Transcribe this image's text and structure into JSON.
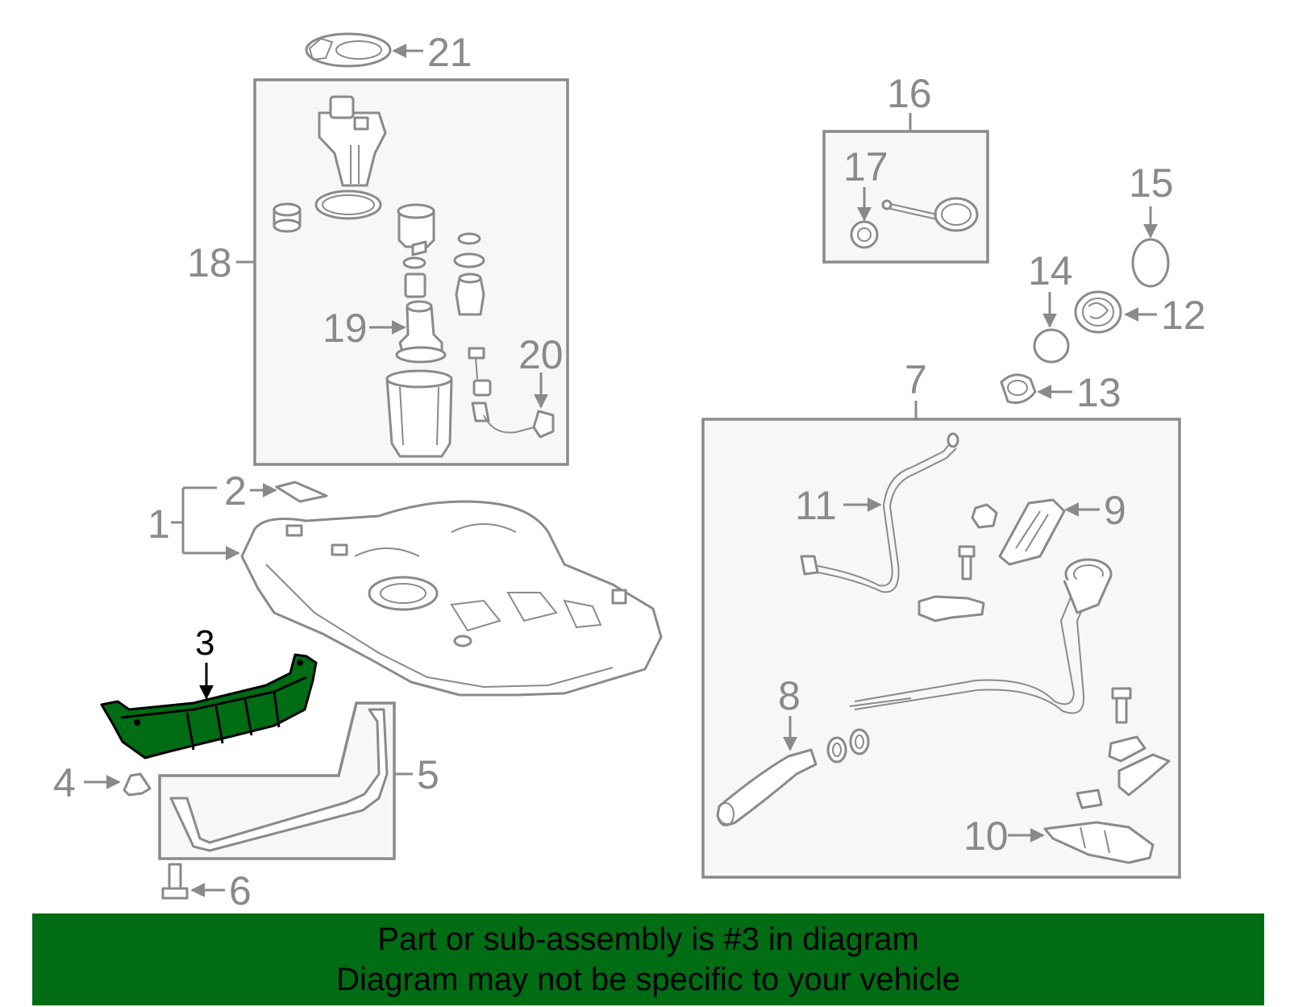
{
  "callouts": {
    "c1": "1",
    "c2": "2",
    "c3": "3",
    "c4": "4",
    "c5": "5",
    "c6": "6",
    "c7": "7",
    "c8": "8",
    "c9": "9",
    "c10": "10",
    "c11": "11",
    "c12": "12",
    "c13": "13",
    "c14": "14",
    "c15": "15",
    "c16": "16",
    "c17": "17",
    "c18": "18",
    "c19": "19",
    "c20": "20",
    "c21": "21"
  },
  "highlight": {
    "part": "3",
    "color": "#006c14"
  },
  "colors": {
    "line": "#8a8a8a",
    "banner": "#006c14",
    "box_fill": "#f7f7f7"
  },
  "banner": {
    "line1": "Part or sub-assembly is #3 in diagram",
    "line2": "Diagram may not be specific to your vehicle"
  }
}
